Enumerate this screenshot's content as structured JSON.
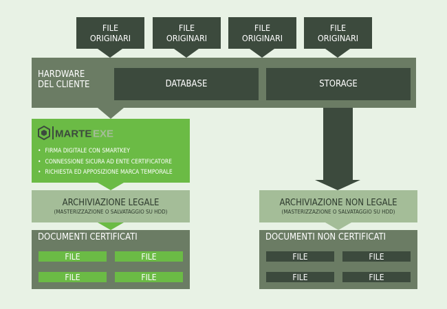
{
  "top_files": [
    {
      "line1": "FILE",
      "line2": "ORIGINARI"
    },
    {
      "line1": "FILE",
      "line2": "ORIGINARI"
    },
    {
      "line1": "FILE",
      "line2": "ORIGINARI"
    },
    {
      "line1": "FILE",
      "line2": "ORIGINARI"
    }
  ],
  "hardware": {
    "label_line1": "HARDWARE",
    "label_line2": "DEL CLIENTE",
    "database": "DATABASE",
    "storage": "STORAGE"
  },
  "marte": {
    "logo_part1": "MARTE",
    "logo_part2": "EXE",
    "bullets": [
      "FIRMA DIGITALE CON SMARTKEY",
      "CONNESSIONE SICURA AD ENTE CERTIFICATORE",
      "RICHIESTA ED APPOSIZIONE MARCA TEMPORALE"
    ]
  },
  "legal": {
    "title": "ARCHIVIAZIONE LEGALE",
    "subtitle": "(MASTERIZZAZIONE O SALVATAGGIO SU HDD)"
  },
  "non_legal": {
    "title": "ARCHIVIAZIONE NON LEGALE",
    "subtitle": "(MASTERIZZAZIONE O SALVATAGGIO SU HDD)"
  },
  "certified": {
    "title": "DOCUMENTI CERTIFICATI",
    "files": [
      "FILE",
      "FILE",
      "FILE",
      "FILE"
    ]
  },
  "non_certified": {
    "title": "DOCUMENTI NON CERTIFICATI",
    "files": [
      "FILE",
      "FILE",
      "FILE",
      "FILE"
    ]
  },
  "colors": {
    "background": "#e8f2e5",
    "dark": "#3c4a3d",
    "mid": "#6b7c64",
    "green": "#6bbb45",
    "light": "#a4bd98"
  }
}
